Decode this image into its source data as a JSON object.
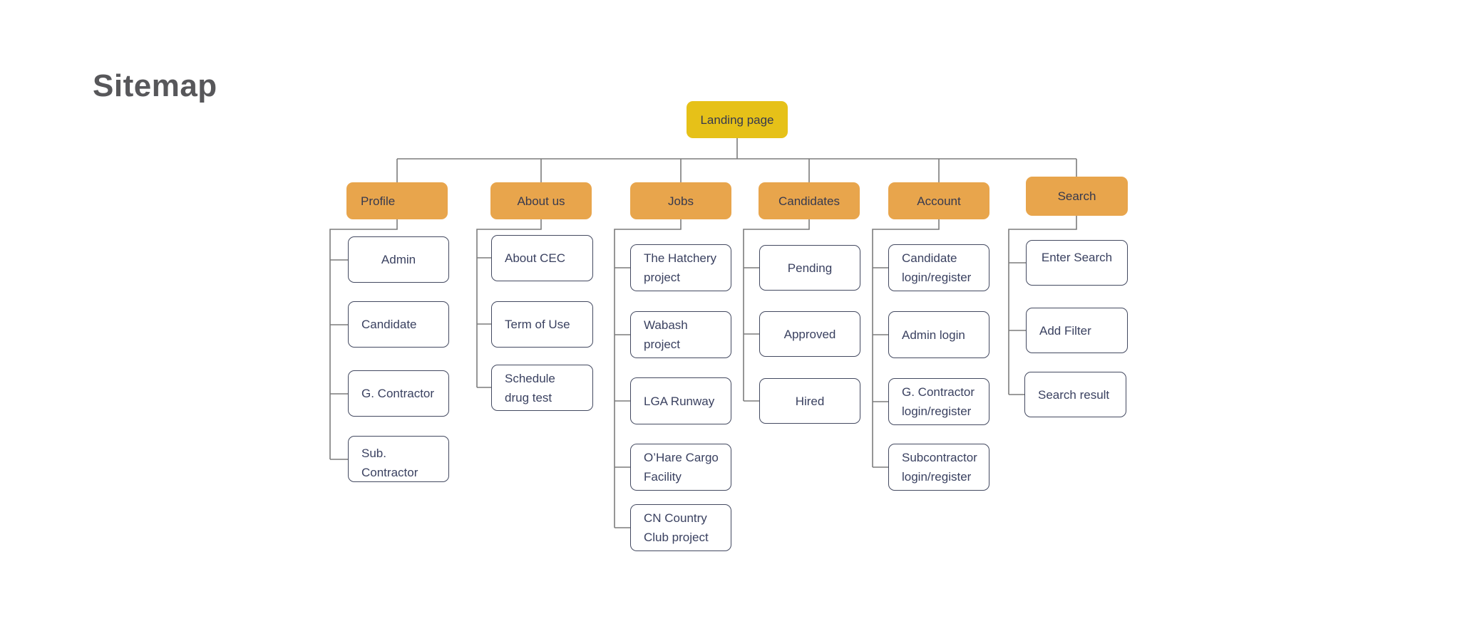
{
  "page": {
    "title": "Sitemap",
    "background": "#ffffff"
  },
  "colors": {
    "root_fill": "#E6C118",
    "category_fill": "#E8A54C",
    "leaf_border": "#434960",
    "node_text": "#3A4160",
    "title_text": "#57575A",
    "connector": "#7C7C7C"
  },
  "root": {
    "label": "Landing page"
  },
  "columns": [
    {
      "label": "Profile",
      "children": [
        {
          "label": "Admin"
        },
        {
          "label": "Candidate"
        },
        {
          "label": "G. Contractor"
        },
        {
          "label": "Sub. Contractor"
        }
      ]
    },
    {
      "label": "About us",
      "children": [
        {
          "label": "About CEC"
        },
        {
          "label": "Term of Use"
        },
        {
          "label": "Schedule\ndrug test"
        }
      ]
    },
    {
      "label": "Jobs",
      "children": [
        {
          "label": "The Hatchery\nproject"
        },
        {
          "label": "Wabash project"
        },
        {
          "label": "LGA Runway"
        },
        {
          "label": "O’Hare Cargo\nFacility"
        },
        {
          "label": "CN Country\nClub project"
        }
      ]
    },
    {
      "label": "Candidates",
      "children": [
        {
          "label": "Pending"
        },
        {
          "label": "Approved"
        },
        {
          "label": "Hired"
        }
      ]
    },
    {
      "label": "Account",
      "children": [
        {
          "label": "Candidate\nlogin/register"
        },
        {
          "label": "Admin login"
        },
        {
          "label": "G. Contractor\nlogin/register"
        },
        {
          "label": "Subcontractor\nlogin/register"
        }
      ]
    },
    {
      "label": "Search",
      "children": [
        {
          "label": "Enter Search"
        },
        {
          "label": "Add Filter"
        },
        {
          "label": "Search result"
        }
      ]
    }
  ]
}
